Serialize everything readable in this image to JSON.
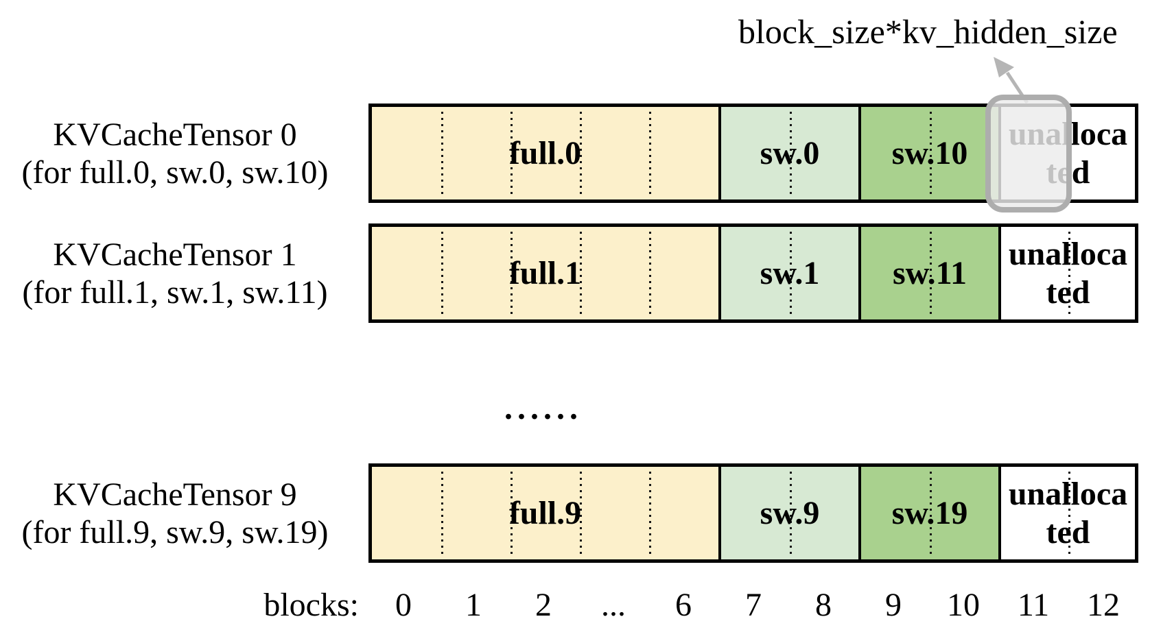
{
  "figure": {
    "annotation": "block_size*kv_hidden_size",
    "rows": [
      {
        "title": "KVCacheTensor 0",
        "subtitle": "(for full.0, sw.0, sw.10)",
        "segments": {
          "full": "full.0",
          "sw_low": "sw.0",
          "sw_high": "sw.10",
          "unallocated": "unallocated"
        },
        "highlighted_block": "11"
      },
      {
        "title": "KVCacheTensor 1",
        "subtitle": "(for full.1, sw.1, sw.11)",
        "segments": {
          "full": "full.1",
          "sw_low": "sw.1",
          "sw_high": "sw.11",
          "unallocated": "unallocated"
        }
      },
      {
        "title": "KVCacheTensor 9",
        "subtitle": "(for full.9, sw.9, sw.19)",
        "segments": {
          "full": "full.9",
          "sw_low": "sw.9",
          "sw_high": "sw.19",
          "unallocated": "unallocated"
        }
      }
    ],
    "rows_ellipsis": "......",
    "axis": {
      "label": "blocks:",
      "ticks": [
        "0",
        "1",
        "2",
        "...",
        "6",
        "7",
        "8",
        "9",
        "10",
        "11",
        "12"
      ]
    },
    "colors": {
      "full_block": "#FCF0CB",
      "sw_low_block": "#D7E9D3",
      "sw_high_block": "#A9D18E",
      "unallocated_block": "#FFFFFF",
      "border": "#000000",
      "highlight_border": "#ADADAD",
      "highlight_fill": "#ECECEC",
      "arrow": "#B5B5B5"
    }
  }
}
